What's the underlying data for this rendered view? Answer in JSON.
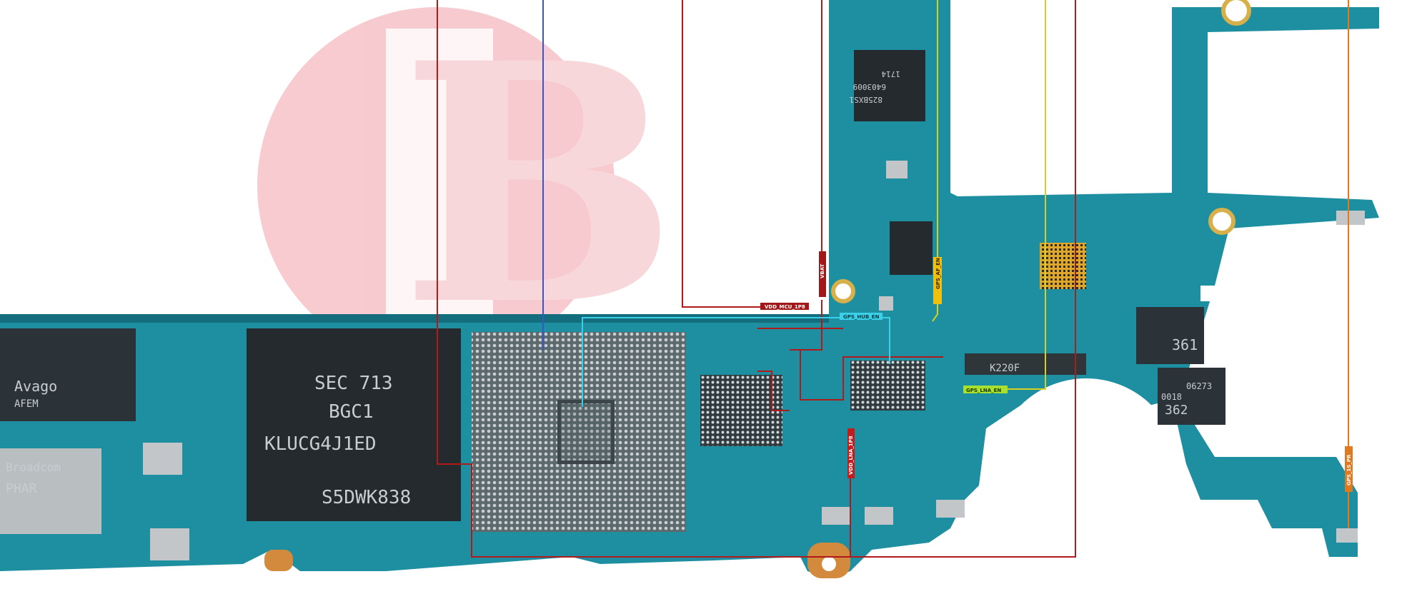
{
  "watermark": {
    "letters": "B"
  },
  "chips": {
    "left_chip_line1": "Avago",
    "left_chip_line2": "AFEM",
    "emmc_line1": "SEC 713",
    "emmc_line2": "BGC1",
    "emmc_line3": "KLUCG4J1ED",
    "emmc_line4": "S5DWK838",
    "pmic_line1": "1714",
    "pmic_line2": "6403009",
    "pmic_line3": "825BXS1",
    "connector_label": "K220F",
    "chip_361": "361",
    "chip_362_line1": "06273",
    "chip_362_line2": "0018",
    "chip_362_line3": "362",
    "sim_text_line1": "Broadcom",
    "sim_text_line2": "PHAR"
  },
  "labels": {
    "vbat": "VBAT",
    "vdd_mcu": "VDD_MCU_1P8",
    "gps_hub_en": "GPS_HUB_EN",
    "gps_af_en": "GPS_AF_EN",
    "gps_lna_en": "GPS_LNA_EN",
    "vdd_lna": "VDD_LNA_1P8",
    "gps_1s_pr": "GPS_1S_PR"
  },
  "colors": {
    "pcb": "#1e8fa0",
    "pcb_dark": "#136d7d",
    "trace_red": "#b11a1a",
    "trace_blue": "#3a55c8",
    "trace_yellow": "#d8d020",
    "trace_orange": "#e07a20",
    "trace_cyan": "#3ad0e8",
    "label_yellow": "#f0c010",
    "label_green": "#a8e030"
  }
}
